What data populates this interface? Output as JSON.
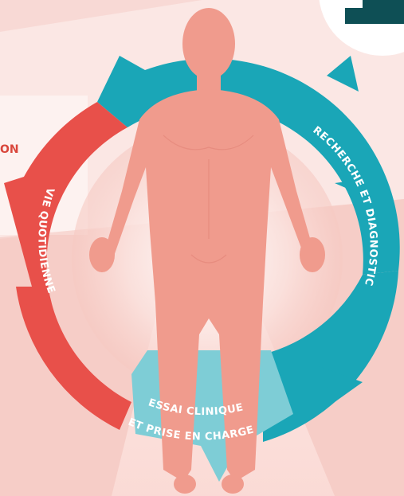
{
  "left_fragment": "ON",
  "segments": {
    "research": {
      "label": "RECHERCHE ET DIAGNOSTIC",
      "color": "#1aa6b7"
    },
    "daily_life": {
      "label": "VIE QUOTIDIENNE",
      "color": "#e8504a"
    },
    "trial": {
      "line1": "ESSAI CLINIQUE",
      "line2": "ET PRISE EN CHARGE",
      "color": "#7ecdd6"
    }
  },
  "colors": {
    "background": "#f8d9d5",
    "panel": "#fbe7e4",
    "body_figure": "#f09b8d",
    "dark_teal": "#0e4f55"
  }
}
